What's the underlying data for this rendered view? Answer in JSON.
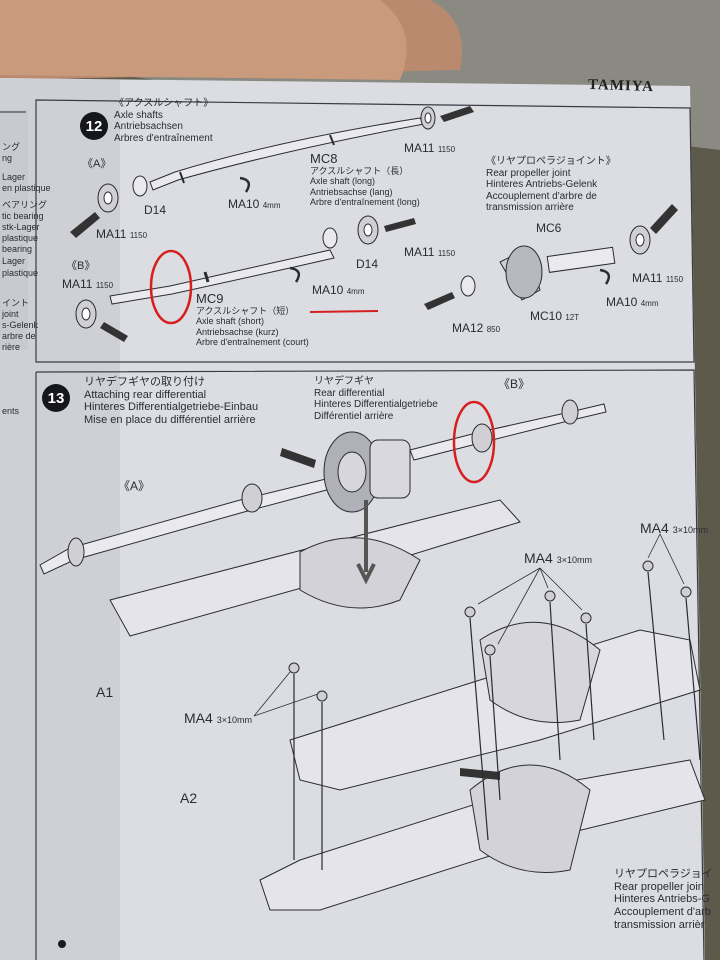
{
  "brand": "TAMIYA",
  "step12": {
    "number": "12",
    "title_jp": "《アクスルシャフト》",
    "title_lines": [
      "Axle shafts",
      "Antriebsachsen",
      "Arbres d'entraînement"
    ],
    "variant_a": "《A》",
    "variant_b": "《B》",
    "mc8": {
      "code": "MC8",
      "lines": [
        "アクスルシャフト（長）",
        "Axle shaft (long)",
        "Antriebsachse (lang)",
        "Arbre d'entraînement (long)"
      ]
    },
    "mc9": {
      "code": "MC9",
      "lines": [
        "アクスルシャフト（短）",
        "Axle shaft (short)",
        "Antriebsachse (kurz)",
        "Arbre d'entraînement (court)"
      ]
    },
    "rear_joint": {
      "lines": [
        "《リヤプロペラジョイント》",
        "Rear propeller joint",
        "Hinteres Antriebs-Gelenk",
        "Accouplement d'arbre de",
        "transmission arrière"
      ]
    },
    "parts": [
      {
        "code": "MA11",
        "size": "1150"
      },
      {
        "code": "MA11",
        "size": "1150"
      },
      {
        "code": "MA10",
        "size": "4mm"
      },
      {
        "code": "D14",
        "size": ""
      },
      {
        "code": "MA11",
        "size": "1150"
      },
      {
        "code": "D14",
        "size": ""
      },
      {
        "code": "MA11",
        "size": "1150"
      },
      {
        "code": "MA10",
        "size": "4mm"
      },
      {
        "code": "MC6",
        "size": ""
      },
      {
        "code": "MA11",
        "size": "1150"
      },
      {
        "code": "MA10",
        "size": "4mm"
      },
      {
        "code": "MC10",
        "size": "12T"
      },
      {
        "code": "MA12",
        "size": "850"
      }
    ]
  },
  "step13": {
    "number": "13",
    "title_lines": [
      "リヤデフギヤの取り付け",
      "Attaching rear differential",
      "Hinteres Differentialgetriebe-Einbau",
      "Mise en place du différentiel arrière"
    ],
    "diff_lines": [
      "リヤデフギヤ",
      "Rear differential",
      "Hinteres Differentialgetriebe",
      "Différentiel arrière"
    ],
    "variant_a": "《A》",
    "variant_b": "《B》",
    "screw_code": "MA4",
    "screw_size": "3×10mm",
    "a1": "A1",
    "a2": "A2",
    "joint_lines": [
      "リヤプロペラジョイ",
      "Rear propeller join",
      "Hinteres Antriebs-G",
      "Accouplement d'arb",
      "transmission arrièr"
    ]
  },
  "margin_fragments": [
    "ング",
    "ng",
    "Lager",
    "en plastique",
    "ベアリング",
    "tic bearing",
    "stk-Lager",
    "plastique",
    "bearing",
    "Lager",
    "plastique",
    "イント",
    "joint",
    "s-Gelenk",
    "arbre de",
    "rière",
    "ents"
  ],
  "colors": {
    "paper": "#dcdde2",
    "ink": "#2a2c33",
    "highlight": "#d62020",
    "background": "#6e6a5a"
  }
}
